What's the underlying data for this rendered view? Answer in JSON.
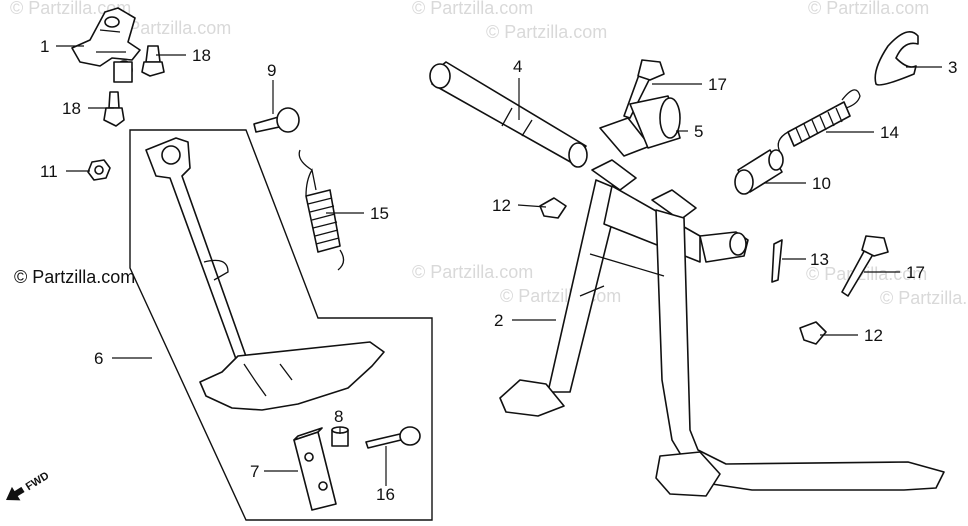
{
  "watermarks": {
    "light_text": "© Partzilla.com",
    "dark_text": "© Partzilla.com"
  },
  "fwd_label": "FWD",
  "callouts": [
    {
      "id": "c1",
      "text": "1"
    },
    {
      "id": "c18a",
      "text": "18"
    },
    {
      "id": "c18b",
      "text": "18"
    },
    {
      "id": "c11",
      "text": "11"
    },
    {
      "id": "c9",
      "text": "9"
    },
    {
      "id": "c15",
      "text": "15"
    },
    {
      "id": "c6",
      "text": "6"
    },
    {
      "id": "c7",
      "text": "7"
    },
    {
      "id": "c8",
      "text": "8"
    },
    {
      "id": "c16",
      "text": "16"
    },
    {
      "id": "c4",
      "text": "4"
    },
    {
      "id": "c17a",
      "text": "17"
    },
    {
      "id": "c5",
      "text": "5"
    },
    {
      "id": "c3",
      "text": "3"
    },
    {
      "id": "c14",
      "text": "14"
    },
    {
      "id": "c10",
      "text": "10"
    },
    {
      "id": "c12a",
      "text": "12"
    },
    {
      "id": "c2",
      "text": "2"
    },
    {
      "id": "c13",
      "text": "13"
    },
    {
      "id": "c17b",
      "text": "17"
    },
    {
      "id": "c12b",
      "text": "12"
    }
  ]
}
